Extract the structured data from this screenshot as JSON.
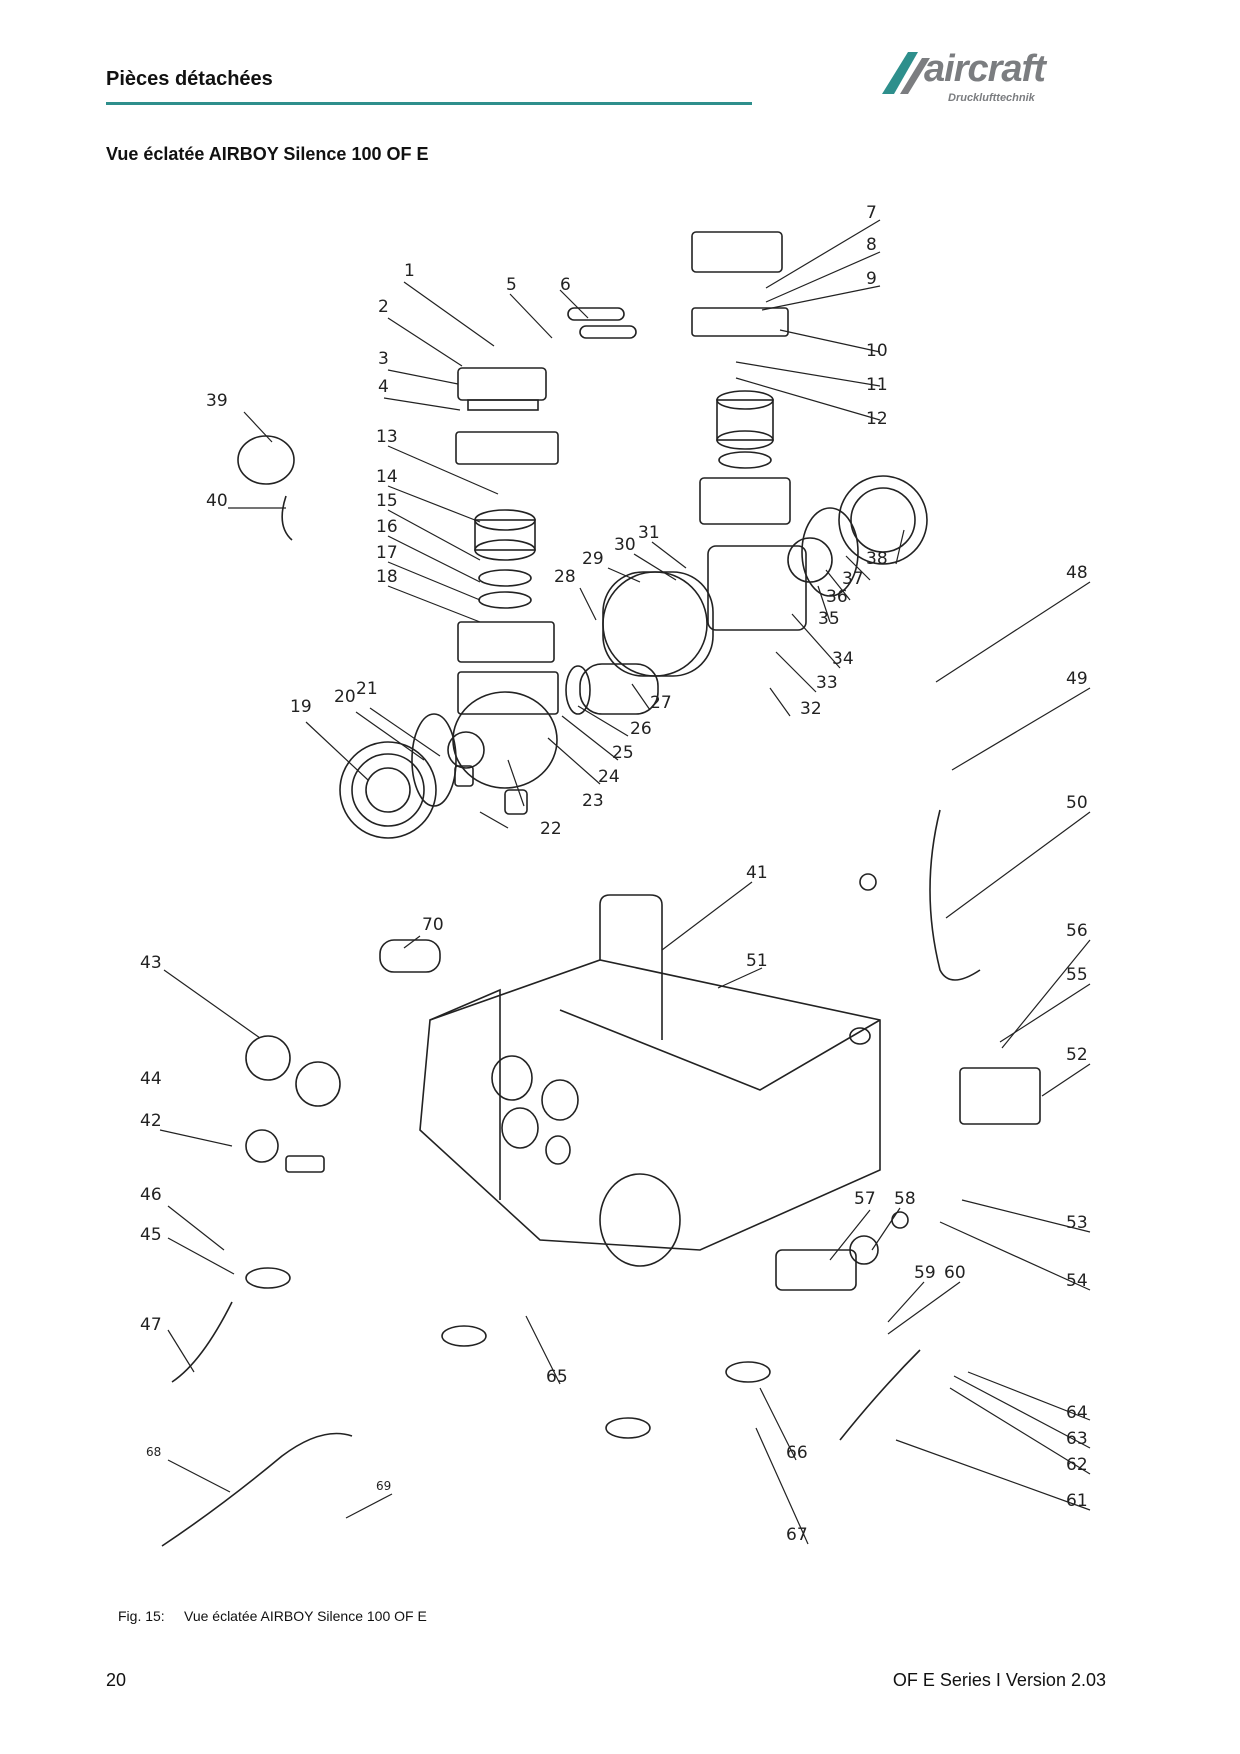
{
  "header": {
    "section_title": "Pièces détachées",
    "logo_text": "aircraft",
    "logo_sub": "Drucklufttechnik"
  },
  "subtitle": "Vue éclatée AIRBOY Silence 100 OF E",
  "part_labels": [
    "1",
    "2",
    "3",
    "4",
    "5",
    "6",
    "7",
    "8",
    "9",
    "10",
    "11",
    "12",
    "13",
    "14",
    "15",
    "16",
    "17",
    "18",
    "19",
    "20",
    "21",
    "22",
    "23",
    "24",
    "25",
    "26",
    "27",
    "28",
    "29",
    "30",
    "31",
    "32",
    "33",
    "34",
    "35",
    "36",
    "37",
    "38",
    "39",
    "40",
    "41",
    "42",
    "43",
    "44",
    "45",
    "46",
    "47",
    "48",
    "49",
    "50",
    "51",
    "52",
    "53",
    "54",
    "55",
    "56",
    "57",
    "58",
    "59",
    "60",
    "61",
    "62",
    "63",
    "64",
    "65",
    "66",
    "67",
    "68",
    "69",
    "70"
  ],
  "caption": {
    "fig_label": "Fig. 15:",
    "text": "Vue éclatée AIRBOY Silence 100 OF E"
  },
  "footer": {
    "page_number": "20",
    "series": "OF E Series I Version 2.03"
  },
  "colors": {
    "accent_rule": "#2e8f8c",
    "logo_grey": "#7b7d80",
    "logo_teal": "#2e8f8c"
  }
}
